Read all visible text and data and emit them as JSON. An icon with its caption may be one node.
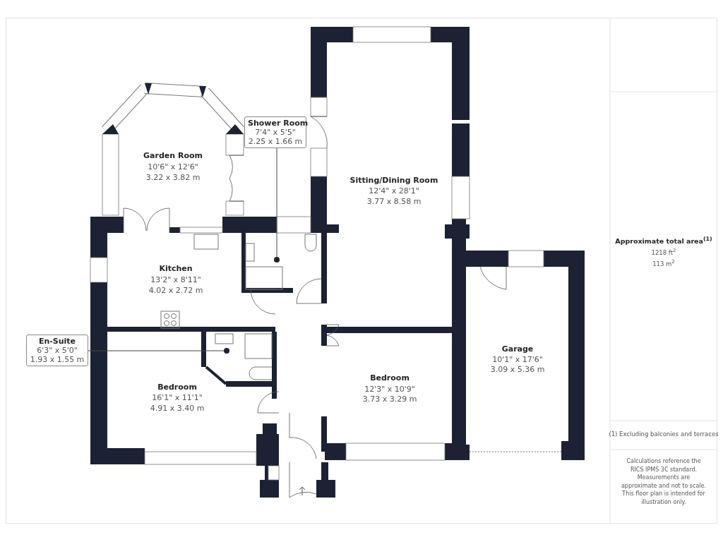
{
  "diagram": {
    "nodes": [
      {
        "text": [
          "Shower Room",
          "7'4\" x 5'5\"",
          "2.25 x 1.66 m"
        ]
      },
      {
        "text": [],
        "shape": "circle"
      },
      {
        "text": [
          "En-Suite",
          "6'3\" x 5'0\"",
          "1.93 x 1.55 m"
        ]
      },
      {
        "text": [],
        "shape": "circle"
      }
    ],
    "edges": [
      {
        "from": 0,
        "to": 1,
        "arrow": "none"
      },
      {
        "from": 2,
        "to": 3,
        "arrow": "none"
      }
    ],
    "labels": [
      "Garden Room",
      "10'6\" x 12'6\"",
      "3.22 x 3.82 m",
      "Sitting/Dining Room",
      "12'4\" x 28'1\"",
      "3.77 x 8.58 m",
      "Approximate total area$^{(1)}$",
      "1218 ft$^{2}$",
      "113 m$^{2}$",
      "Kitchen",
      "13'2\" x 8'11\"",
      "4.02 x 2.72 m",
      "Garage",
      "10'1\" x 17'6\"",
      "3.09 x 5.36 m",
      "Bedroom",
      "12'3\" x 10'9\"",
      "3.73 x 3.29 m",
      "Bedroom",
      "16'1\" x 11'1\"",
      "4.91 x 3.40 m",
      "(1) Excluding balconies and terraces",
      "Calculations reference the RICS IPMS 3C standard. Measurements are approximate and not to scale. This floor plan is intended for illustration only."
    ]
  }
}
